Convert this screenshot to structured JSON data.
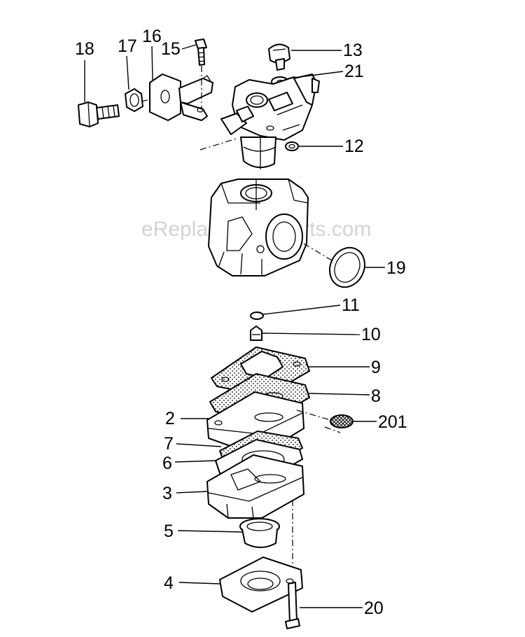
{
  "watermark": "eReplacementParts.com",
  "labels": [
    {
      "id": "18",
      "text": "18"
    },
    {
      "id": "17",
      "text": "17"
    },
    {
      "id": "16",
      "text": "16"
    },
    {
      "id": "15",
      "text": "15"
    },
    {
      "id": "13",
      "text": "13"
    },
    {
      "id": "21",
      "text": "21"
    },
    {
      "id": "12",
      "text": "12"
    },
    {
      "id": "19",
      "text": "19"
    },
    {
      "id": "11",
      "text": "11"
    },
    {
      "id": "10",
      "text": "10"
    },
    {
      "id": "9",
      "text": "9"
    },
    {
      "id": "8",
      "text": "8"
    },
    {
      "id": "2",
      "text": "2"
    },
    {
      "id": "201",
      "text": "201"
    },
    {
      "id": "7",
      "text": "7"
    },
    {
      "id": "6",
      "text": "6"
    },
    {
      "id": "3",
      "text": "3"
    },
    {
      "id": "5",
      "text": "5"
    },
    {
      "id": "4",
      "text": "4"
    },
    {
      "id": "20",
      "text": "20"
    }
  ]
}
